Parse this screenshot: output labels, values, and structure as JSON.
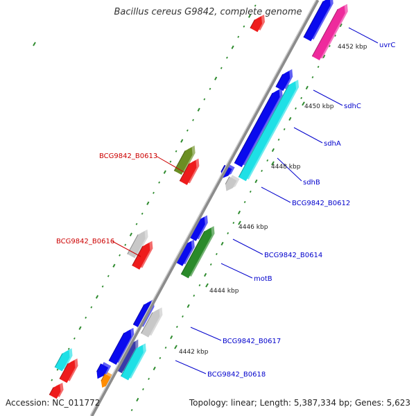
{
  "title": "Bacillus cereus G9842, complete genome",
  "footer": {
    "accession": "Accession: NC_011772",
    "topology": "Topology: linear; Length: 5,387,334 bp; Genes: 5,623"
  },
  "colors": {
    "backbone": "#8c8c8c",
    "tick": "#2e8b2e",
    "blue_label": "#0000cc",
    "red_label": "#cc0000",
    "blue": "#0a0aee",
    "magenta": "#ee2a9c",
    "cyan": "#1ee0e6",
    "red": "#ee1c1c",
    "olive": "#6b8e23",
    "green": "#2a8a2a",
    "grey": "#c8c8c8",
    "orange": "#ff8c00",
    "darkblue": "#3a3aa8"
  },
  "kbp_markers": [
    "4452 kbp",
    "4450 kbp",
    "4448 kbp",
    "4446 kbp",
    "4444 kbp",
    "4442 kbp"
  ],
  "gene_labels": [
    "uvrC",
    "sdhC",
    "sdhA",
    "sdhB",
    "BCG9842_B0612",
    "BCG9842_B0614",
    "motB",
    "BCG9842_B0617",
    "BCG9842_B0618",
    "BCG9842_B0613",
    "BCG9842_B0616"
  ]
}
